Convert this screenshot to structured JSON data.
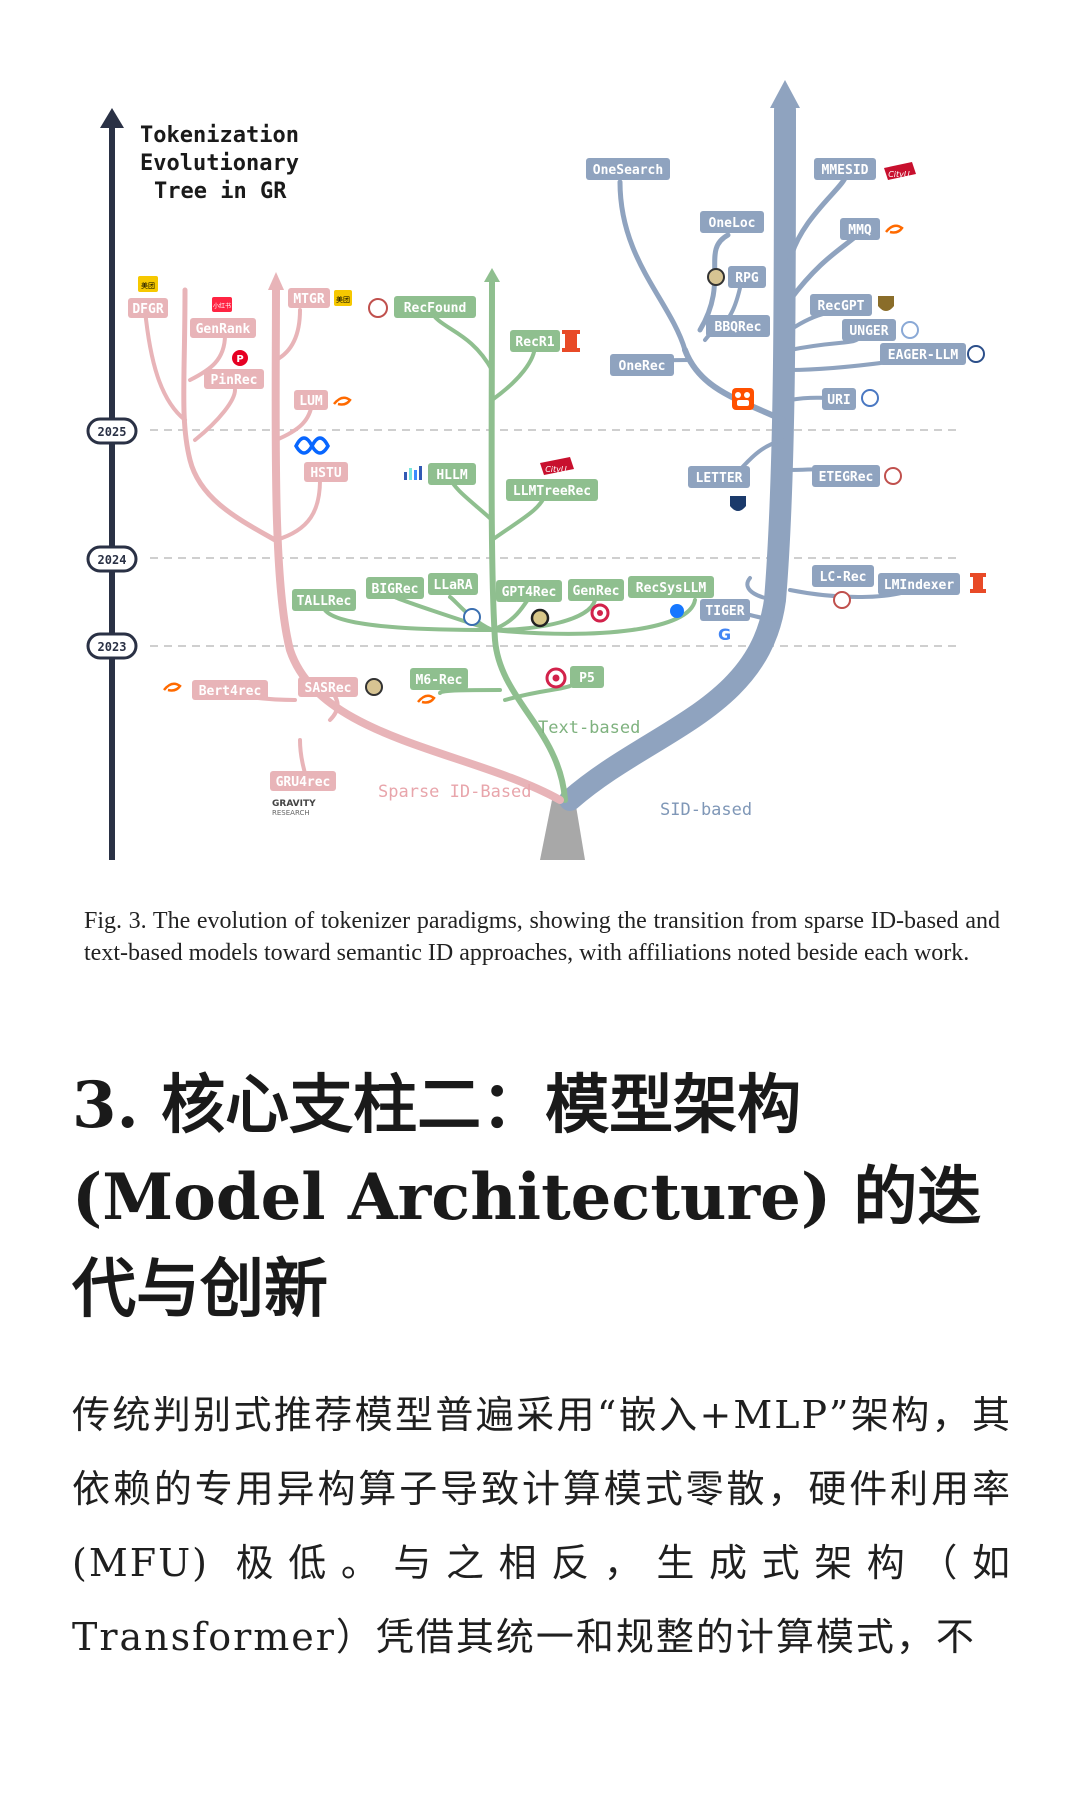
{
  "figure": {
    "tree_title": [
      "Tokenization",
      "Evolutionary",
      "Tree in GR"
    ],
    "years": [
      "2025",
      "2024",
      "2023"
    ],
    "branch_labels": {
      "sparse": "Sparse ID-Based",
      "text": "Text-based",
      "sid": "SID-based"
    },
    "nodes": {
      "dfgr": "DFGR",
      "genrank": "GenRank",
      "pinrec": "PinRec",
      "mtgr": "MTGR",
      "lum": "LUM",
      "hstu": "HSTU",
      "bert4rec": "Bert4rec",
      "sasrec": "SASRec",
      "gru4rec": "GRU4rec",
      "recfound": "RecFound",
      "recr1": "RecR1",
      "hllm": "HLLM",
      "llmtreerec": "LLMTreeRec",
      "tallrec": "TALLRec",
      "bigrec": "BIGRec",
      "llara": "LLaRA",
      "gpt4rec": "GPT4Rec",
      "genrec": "GenRec",
      "recsysllm": "RecSysLLM",
      "m6rec": "M6-Rec",
      "p5": "P5",
      "onesearch": "OneSearch",
      "oneloc": "OneLoc",
      "rpg": "RPG",
      "bbqrec": "BBQRec",
      "onerec": "OneRec",
      "mmesid": "MMESID",
      "mmq": "MMQ",
      "recgpt": "RecGPT",
      "unger": "UNGER",
      "eager_llm": "EAGER-LLM",
      "uri": "URI",
      "letter": "LETTER",
      "etegrec": "ETEGRec",
      "lc_rec": "LC-Rec",
      "lmindexer": "LMIndexer",
      "tiger": "TIGER"
    },
    "logos": {
      "cityu": "CityU",
      "gravity": "GRAVITY",
      "gravity_sub": "RESEARCH",
      "meituan": "美团",
      "xhs": "小红书"
    },
    "colors": {
      "sparse": "#e8b4b8",
      "text": "#8fbf8f",
      "sid": "#8fa3bf",
      "timeline": "#2a3145"
    }
  },
  "caption": "Fig. 3.  The evolution of tokenizer paradigms, showing the transition from sparse ID-based and text-based models toward semantic ID approaches, with affiliations noted beside each work.",
  "heading": "3. 核心支柱二：模型架构 (Model Architecture) 的迭代与创新",
  "body": "传统判别式推荐模型普遍采用“嵌入+MLP”架构，其依赖的专用异构算子导致计算模式零散，硬件利用率 (MFU) 极低。与之相反，生成式架构（如Transformer）凭借其统一和规整的计算模式，不"
}
